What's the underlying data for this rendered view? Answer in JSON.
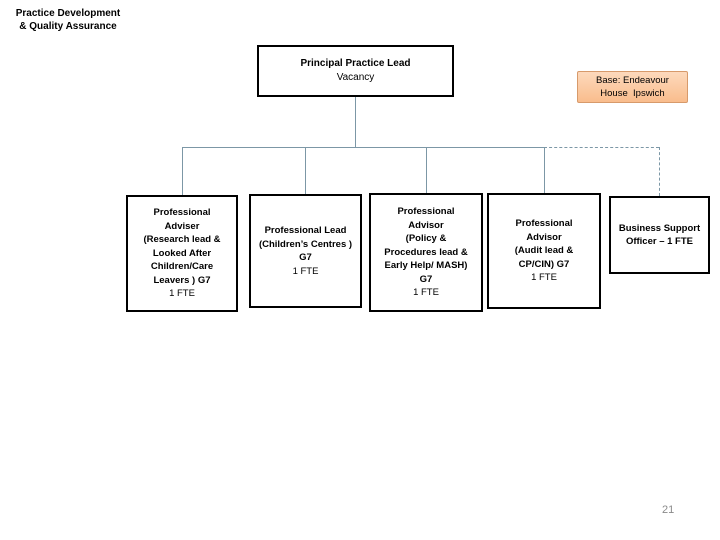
{
  "slide": {
    "title": "Practice Development\n& Quality Assurance",
    "page_number": "21"
  },
  "root_box": {
    "title": "Principal Practice Lead",
    "subtitle": "Vacancy"
  },
  "base_note": {
    "text": "Base: Endeavour\nHouse  Ipswich"
  },
  "org_boxes": [
    {
      "title": "Professional\nAdviser\n(Research lead &\nLooked After\nChildren/Care\nLeavers ) G7",
      "fte": "1 FTE"
    },
    {
      "title": "Professional Lead\n(Children’s Centres )\nG7",
      "fte": "1 FTE"
    },
    {
      "title": "Professional\nAdvisor\n(Policy &\nProcedures lead &\nEarly Help/ MASH)\nG7",
      "fte": "1 FTE"
    },
    {
      "title": "Professional\nAdvisor\n(Audit lead &\nCP/CIN) G7",
      "fte": "1 FTE"
    },
    {
      "title": "Business Support\nOfficer – 1 FTE"
    }
  ],
  "colors": {
    "connector": "#7C97A6",
    "box_border": "#000000",
    "base_note_fill_top": "#FDD9BC",
    "base_note_fill_bottom": "#F9BD8D",
    "base_note_border": "#D79A6B",
    "page_number": "#8A8A8A"
  }
}
